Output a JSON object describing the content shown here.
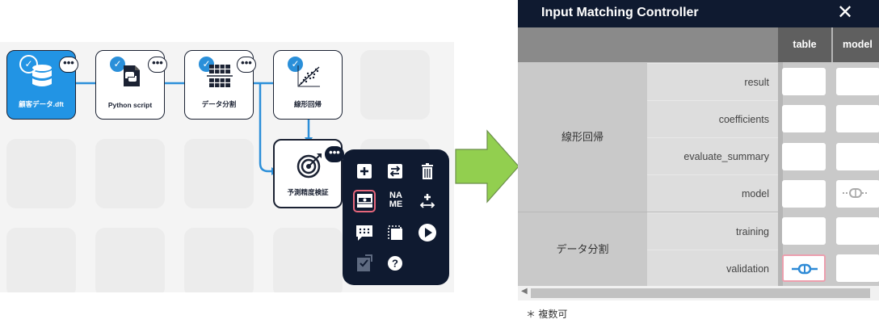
{
  "workflow": {
    "nodes": [
      {
        "id": "customer",
        "label": "顧客データ.dft",
        "icon": "database-icon",
        "checked": true,
        "style": "blue"
      },
      {
        "id": "python",
        "label": "Python script",
        "icon": "python-icon",
        "checked": true
      },
      {
        "id": "split",
        "label": "データ分割",
        "icon": "split-table-icon",
        "checked": true
      },
      {
        "id": "linreg",
        "label": "線形回帰",
        "icon": "scatter-regression-icon",
        "checked": true
      },
      {
        "id": "validation",
        "label": "予測精度検証",
        "icon": "target-icon",
        "checked": false
      }
    ],
    "more_glyph": "•••",
    "check_glyph": "✓",
    "menu": {
      "items": [
        {
          "name": "add",
          "icon": "plus-square-icon",
          "glyph": "+"
        },
        {
          "name": "swap",
          "icon": "swap-arrows-icon",
          "glyph": "⇄"
        },
        {
          "name": "delete",
          "icon": "trash-icon",
          "glyph": "🗑"
        },
        {
          "name": "input-matching",
          "icon": "input-matching-icon",
          "selected": true
        },
        {
          "name": "rename",
          "icon": "name-icon",
          "text_top": "NA",
          "text_bottom": "ME"
        },
        {
          "name": "add-output",
          "icon": "plus-arrow-icon",
          "glyph": "+"
        },
        {
          "name": "comment",
          "icon": "comment-icon",
          "glyph": "…"
        },
        {
          "name": "copy",
          "icon": "copy-icon"
        },
        {
          "name": "run",
          "icon": "play-icon",
          "glyph": "▶"
        },
        {
          "name": "checklist",
          "icon": "checklist-icon"
        },
        {
          "name": "help",
          "icon": "help-icon",
          "glyph": "?"
        }
      ]
    }
  },
  "panel": {
    "title": "Input Matching Controller",
    "close": "✕",
    "columns": [
      "table",
      "model"
    ],
    "groups": [
      {
        "name": "線形回帰",
        "ports": [
          "result",
          "coefficients",
          "evaluate_summary",
          "model"
        ]
      },
      {
        "name": "データ分割",
        "ports": [
          "training",
          "validation"
        ]
      }
    ],
    "connections": {
      "validation_table": true,
      "model_model": true
    },
    "footnote": "＊ 複数可",
    "scroll_left": "◀"
  }
}
